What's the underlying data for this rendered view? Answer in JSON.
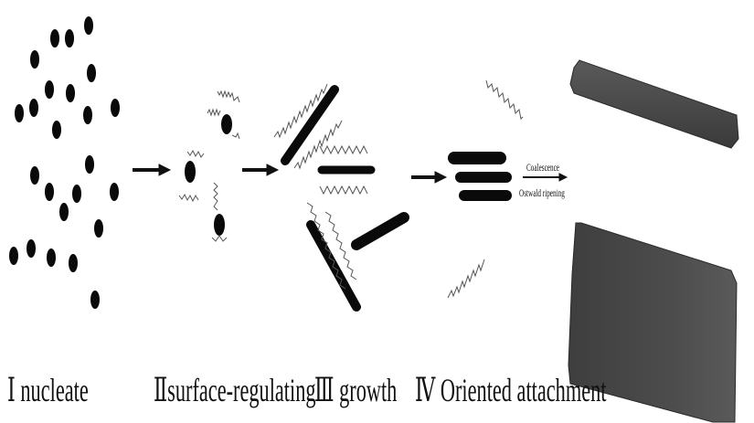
{
  "stages": [
    {
      "label": "Ⅰ nucleate"
    },
    {
      "label": "Ⅱsurface-regulating"
    },
    {
      "label": "Ⅲ  growth"
    },
    {
      "label": "Ⅳ Oriented attachment"
    }
  ],
  "branch_labels": {
    "upper": "Coalescence",
    "lower": "Ostwald ripening"
  },
  "colors": {
    "particle": "#0a0a0a",
    "ligand": "#555555",
    "nanowire": "#4a4a4a",
    "nanowire_edge": "#2a2a2a"
  }
}
